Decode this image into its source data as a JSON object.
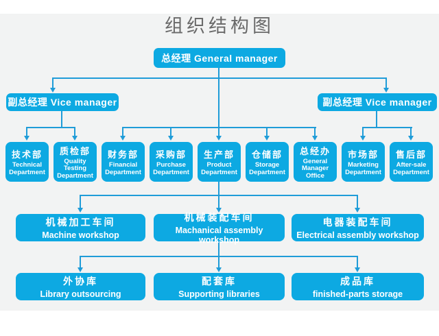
{
  "title": "组织结构图",
  "colors": {
    "box_blue": "#0da9e2",
    "line_blue": "#1f9cd8",
    "bg_gray": "#f2f3f3",
    "title_gray": "#6a6a6a"
  },
  "chart": {
    "general_manager": {
      "label": "总经理 General manager"
    },
    "vice_managers": [
      {
        "label": "副总经理 Vice manager"
      },
      {
        "label": "副总经理 Vice manager"
      }
    ],
    "departments": [
      {
        "cn": "技术部",
        "en": "Technical Department"
      },
      {
        "cn": "质检部",
        "en": "Quality Testing Department"
      },
      {
        "cn": "财务部",
        "en": "Financial Department"
      },
      {
        "cn": "采购部",
        "en": "Purchase Department"
      },
      {
        "cn": "生产部",
        "en": "Product Department"
      },
      {
        "cn": "仓储部",
        "en": "Storage Department"
      },
      {
        "cn": "总经办",
        "en": "General Manager Office"
      },
      {
        "cn": "市场部",
        "en": "Marketing Department"
      },
      {
        "cn": "售后部",
        "en": "After-sale Department"
      }
    ],
    "workshops": [
      {
        "cn": "机械加工车间",
        "en": "Machine workshop"
      },
      {
        "cn": "机械装配车间",
        "en": "Machanical assembly workshop"
      },
      {
        "cn": "电器装配车间",
        "en": "Electrical assembly workshop"
      }
    ],
    "warehouses": [
      {
        "cn": "外协库",
        "en": "Library outsourcing"
      },
      {
        "cn": "配套库",
        "en": "Supporting libraries"
      },
      {
        "cn": "成品库",
        "en": "finished-parts storage"
      }
    ]
  }
}
